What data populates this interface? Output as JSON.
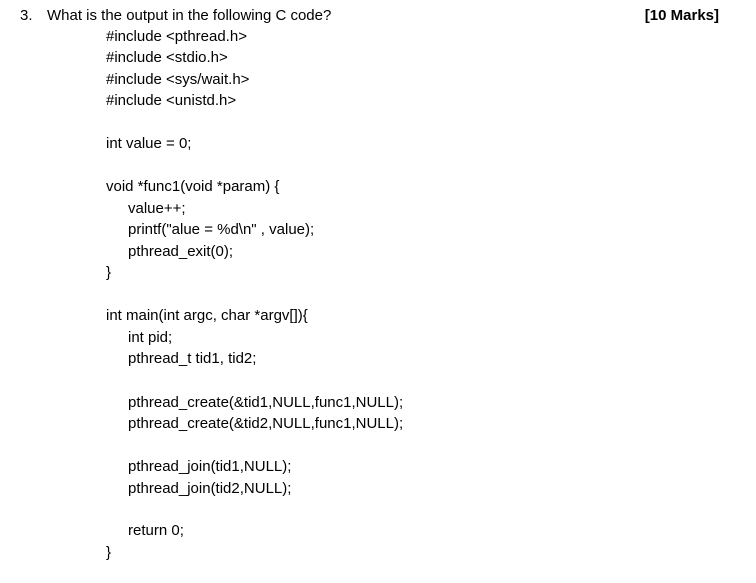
{
  "question": {
    "number": "3.",
    "text": "What is the output in the following C code?",
    "marks": "[10 Marks]"
  },
  "code": {
    "lines": [
      "#include <pthread.h>",
      "#include <stdio.h>",
      "#include <sys/wait.h>",
      "#include <unistd.h>",
      "int value = 0;",
      "void *func1(void *param) {",
      "value++;",
      "printf(\"alue = %d\\n\" , value);",
      "pthread_exit(0);",
      "}",
      "int main(int argc, char *argv[]){",
      "int pid;",
      "pthread_t tid1, tid2;",
      "pthread_create(&tid1,NULL,func1,NULL);",
      "pthread_create(&tid2,NULL,func1,NULL);",
      "pthread_join(tid1,NULL);",
      "pthread_join(tid2,NULL);",
      "return 0;",
      "}"
    ]
  }
}
